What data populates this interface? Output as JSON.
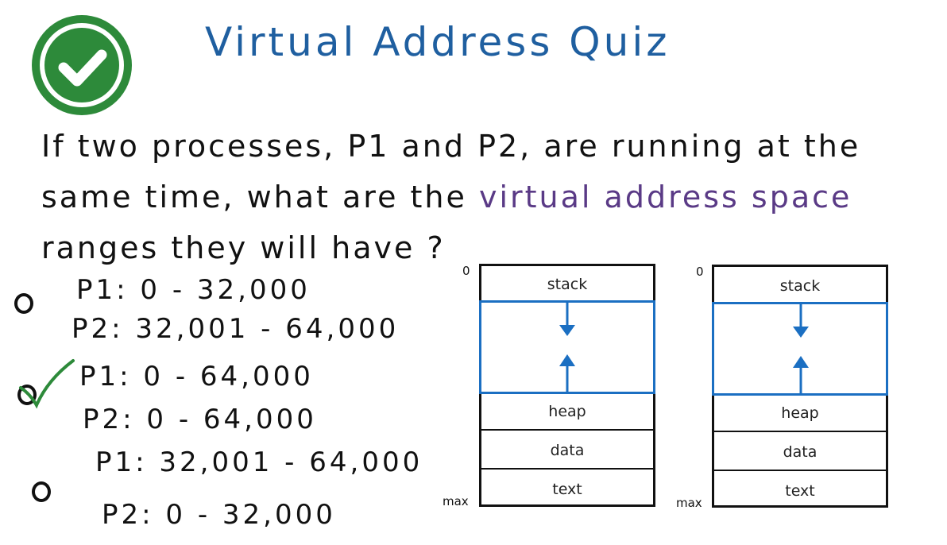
{
  "title": "Virtual Address Quiz",
  "question": {
    "line1": "If two processes, P1 and P2, are running at the",
    "line2_prefix": "same time, what are the ",
    "line2_highlight": "virtual address space",
    "line3": "ranges they will have ?"
  },
  "options": [
    {
      "p1": "P1: 0 - 32,000",
      "p2": "P2: 32,001 - 64,000",
      "selected": false
    },
    {
      "p1": "P1: 0 - 64,000",
      "p2": "P2: 0 - 64,000",
      "selected": true
    },
    {
      "p1": "P1: 32,001 - 64,000",
      "p2": "P2: 0 - 32,000",
      "selected": false
    }
  ],
  "diagrams": [
    {
      "top_label": "0",
      "bottom_label": "max",
      "segments": {
        "stack": "stack",
        "heap": "heap",
        "data": "data",
        "text": "text"
      }
    },
    {
      "top_label": "0",
      "bottom_label": "max",
      "segments": {
        "stack": "stack",
        "heap": "heap",
        "data": "data",
        "text": "text"
      }
    }
  ],
  "colors": {
    "title": "#1f5fa0",
    "highlight": "#5a3a86",
    "check_green": "#2d8a3a",
    "arrow_blue": "#1b6fc2"
  },
  "icons": [
    "check-circle-icon",
    "check-mark-icon",
    "arrow-down-icon",
    "arrow-up-icon"
  ]
}
